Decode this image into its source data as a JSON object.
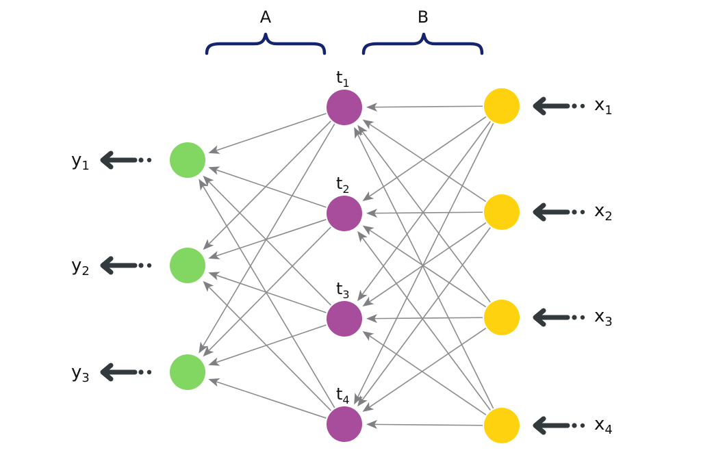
{
  "title": "Two-layer fully connected network diagram",
  "colors": {
    "output_node": "#82d662",
    "hidden_node": "#a84c9c",
    "input_node": "#ffd20f",
    "edge": "#8a8b8d",
    "io_arrow": "#323a3e",
    "brace": "#16246e"
  },
  "braces": [
    {
      "id": "A",
      "label": "A",
      "spans": "hidden-to-output connections"
    },
    {
      "id": "B",
      "label": "B",
      "spans": "input-to-hidden connections"
    }
  ],
  "layers": {
    "output": [
      {
        "id": "y1",
        "base": "y",
        "sub": "1"
      },
      {
        "id": "y2",
        "base": "y",
        "sub": "2"
      },
      {
        "id": "y3",
        "base": "y",
        "sub": "3"
      }
    ],
    "hidden": [
      {
        "id": "t1",
        "base": "t",
        "sub": "1"
      },
      {
        "id": "t2",
        "base": "t",
        "sub": "2"
      },
      {
        "id": "t3",
        "base": "t",
        "sub": "3"
      },
      {
        "id": "t4",
        "base": "t",
        "sub": "4"
      }
    ],
    "input": [
      {
        "id": "x1",
        "base": "x",
        "sub": "1"
      },
      {
        "id": "x2",
        "base": "x",
        "sub": "2"
      },
      {
        "id": "x3",
        "base": "x",
        "sub": "3"
      },
      {
        "id": "x4",
        "base": "x",
        "sub": "4"
      }
    ]
  },
  "connections": {
    "input_to_hidden": "all-to-all, arrows pointing toward hidden nodes",
    "hidden_to_output": "all-to-all, arrows pointing toward output nodes"
  }
}
